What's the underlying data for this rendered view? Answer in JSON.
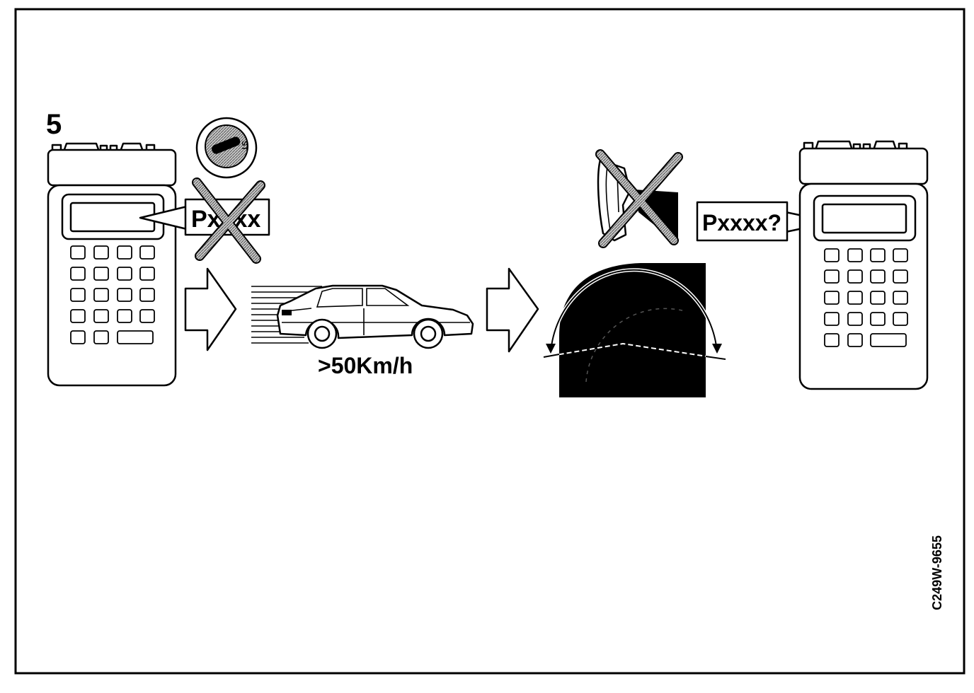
{
  "figure": {
    "step_number": "5",
    "figure_id": "C249W-9655"
  },
  "left_tester": {
    "display_code": "Pxxxx"
  },
  "ignition_lock": {
    "marking": "ST"
  },
  "vehicle": {
    "speed_label": ">50Km/h"
  },
  "right_tester": {
    "display_query": "Pxxxx?"
  },
  "icons": [
    "diagnostic-tester-icon",
    "ignition-lock-icon",
    "cross-out-icon",
    "arrow-right-icon",
    "car-icon",
    "speed-lines-icon",
    "dial-gauge-icon",
    "crossed-out-control-icon"
  ],
  "colors": {
    "ink": "#000000",
    "paper": "#ffffff",
    "cross_hatch": "#9a9a9a"
  }
}
